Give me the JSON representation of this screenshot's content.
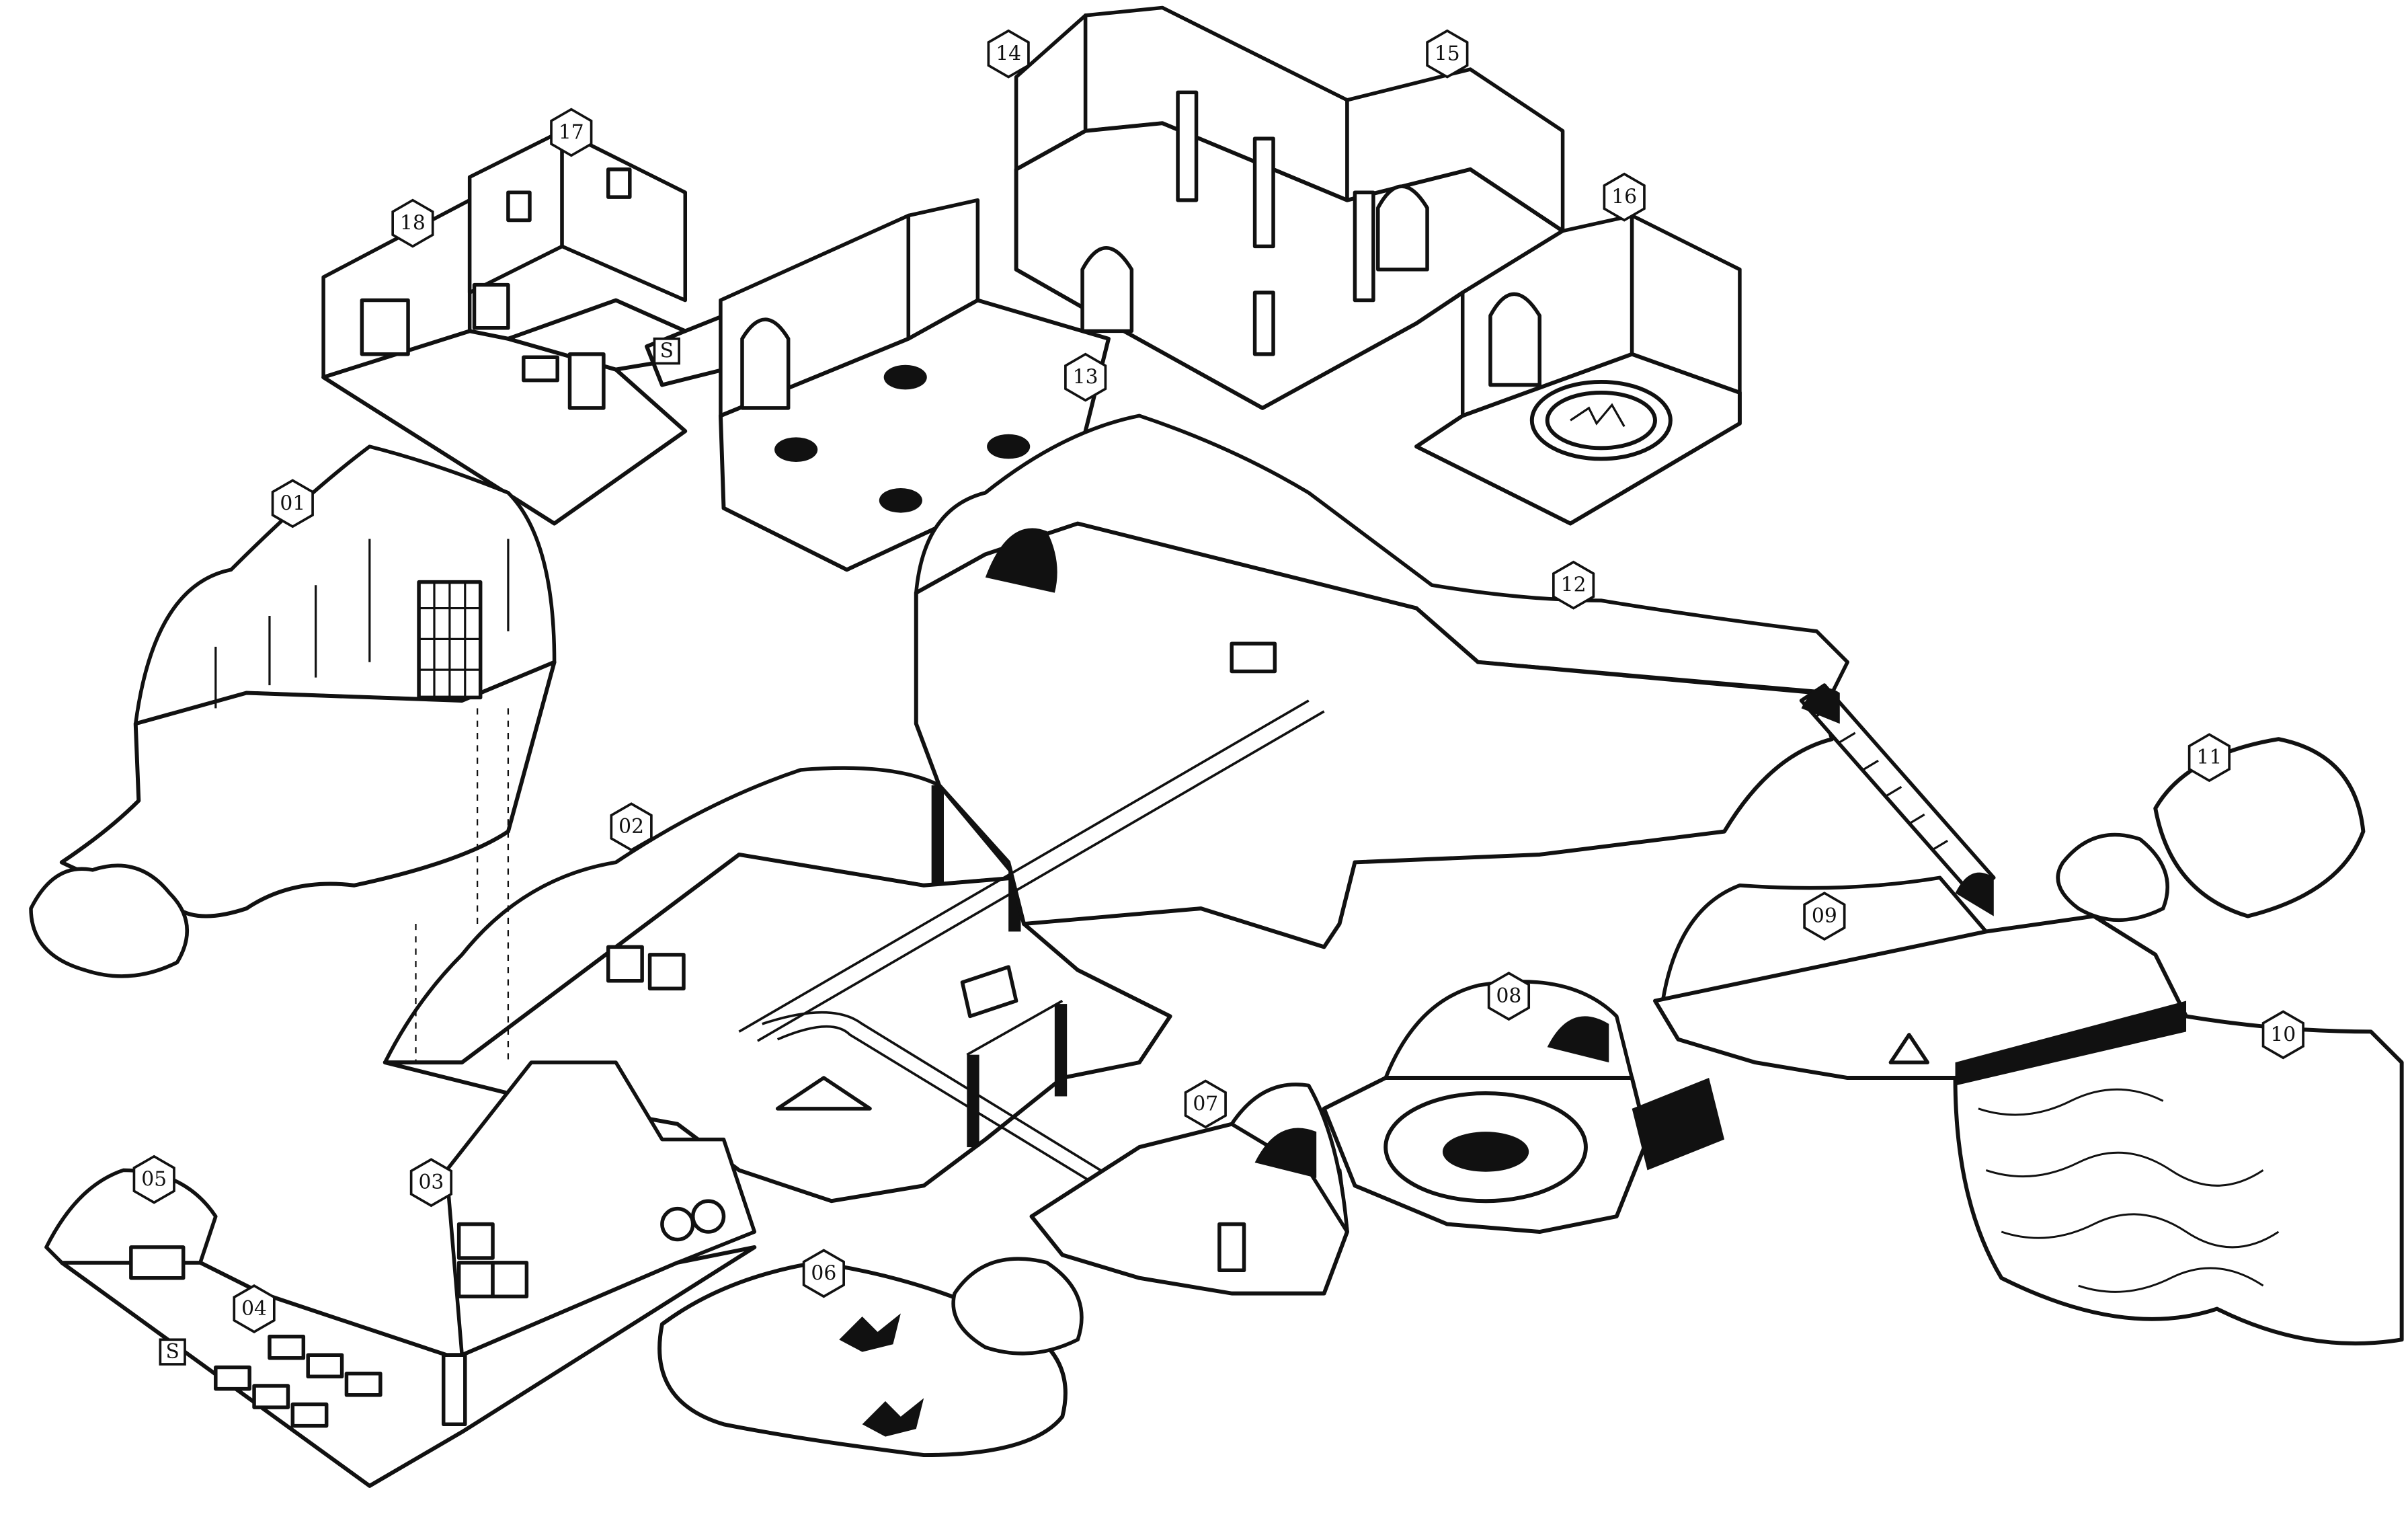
{
  "map": {
    "style": "black-and-white isometric hand-drawn dungeon map",
    "colors": {
      "ink": "#111111",
      "paper": "#ffffff"
    },
    "room_labels": [
      "01",
      "02",
      "03",
      "04",
      "05",
      "06",
      "07",
      "08",
      "09",
      "10",
      "11",
      "12",
      "13",
      "14",
      "15",
      "16",
      "17",
      "18"
    ],
    "secret_door_markers": [
      "S",
      "S"
    ]
  }
}
